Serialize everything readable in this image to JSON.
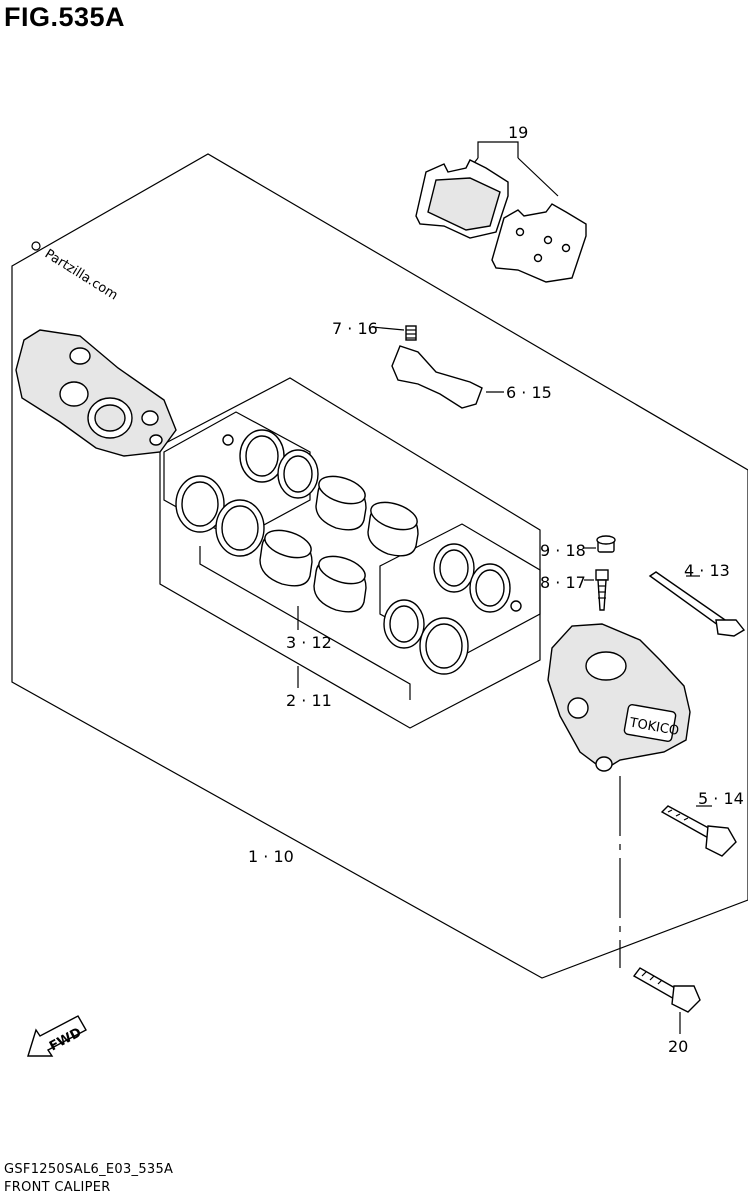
{
  "figure": {
    "title": "FIG.535A",
    "model_code": "GSF1250SAL6_E03_535A",
    "section_name": "FRONT CALIPER"
  },
  "watermark": "Partzilla.com",
  "direction_marker": "FWD",
  "callouts": {
    "c19": "19",
    "c7_16": "7 · 16",
    "c6_15": "6 · 15",
    "c9_18": "9 · 18",
    "c8_17": "8 · 17",
    "c4_13": "4 · 13",
    "c3_12": "3 · 12",
    "c2_11": "2 · 11",
    "c5_14": "5 · 14",
    "c1_10": "1 · 10",
    "c20": "20"
  },
  "caliper_stamp": "TOKICO"
}
